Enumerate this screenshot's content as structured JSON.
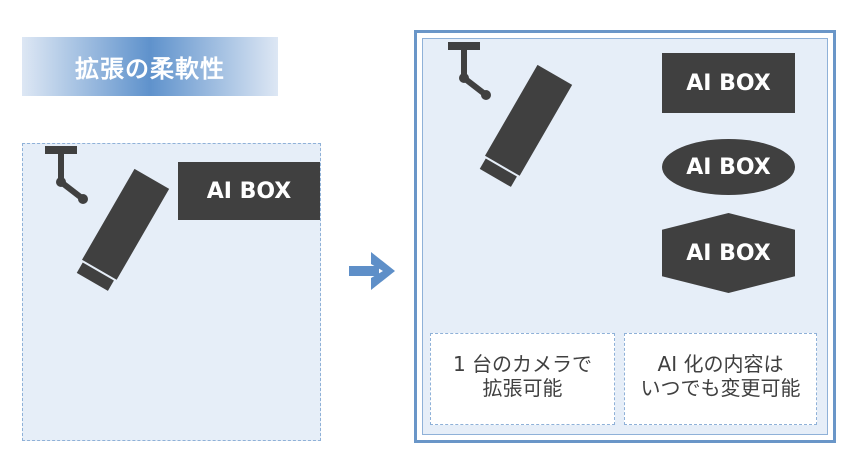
{
  "title": "拡張の柔軟性",
  "before": {
    "box_label": "AI BOX"
  },
  "after": {
    "boxes": [
      "AI BOX",
      "AI BOX",
      "AI BOX"
    ],
    "notes": [
      {
        "line1": "1 台のカメラで",
        "line2": "拡張可能"
      },
      {
        "line1": "AI 化の内容は",
        "line2": "いつでも変更可能"
      }
    ]
  },
  "colors": {
    "dark": "#404040",
    "accent": "#6a96c8",
    "panel_fill": "#e6eef8",
    "dashed_border": "#8fb1d8"
  }
}
